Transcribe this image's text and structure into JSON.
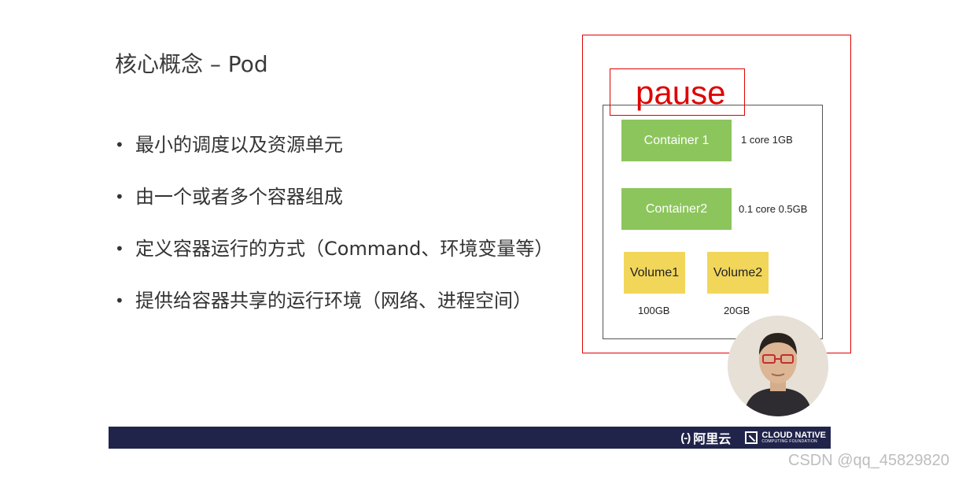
{
  "slide": {
    "title": "核心概念 – Pod",
    "bullets": [
      "最小的调度以及资源单元",
      "由一个或者多个容器组成",
      "定义容器运行的方式（Command、环境变量等）",
      "提供给容器共享的运行环境（网络、进程空间）"
    ],
    "bullet_glyph": "•"
  },
  "diagram": {
    "pause_label": "pause",
    "containers": [
      {
        "label": "Container 1",
        "resources": "1 core 1GB"
      },
      {
        "label": "Container2",
        "resources": "0.1 core 0.5GB"
      }
    ],
    "volumes": [
      {
        "label": "Volume1",
        "size": "100GB"
      },
      {
        "label": "Volume2",
        "size": "20GB"
      }
    ],
    "colors": {
      "container": "#8cc55c",
      "volume": "#f1d65a",
      "annotation": "#e00000"
    }
  },
  "footer": {
    "aliyun_mark": "(-)",
    "aliyun_text": "阿里云",
    "cncf_name": "CLOUD NATIVE",
    "cncf_sub": "COMPUTING FOUNDATION",
    "bar_color": "#21244a"
  },
  "watermark": "CSDN @qq_45829820",
  "icons": {
    "presenter": "presenter-avatar-icon"
  }
}
